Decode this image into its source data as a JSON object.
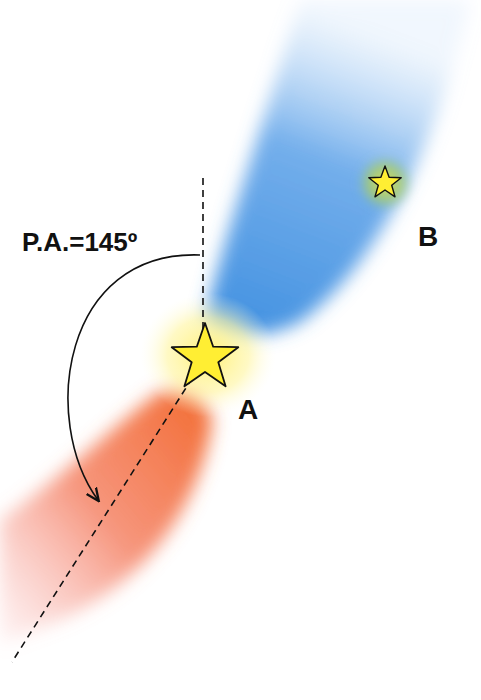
{
  "diagram": {
    "labels": [
      "P.A.=145º",
      "A",
      "B"
    ]
  }
}
